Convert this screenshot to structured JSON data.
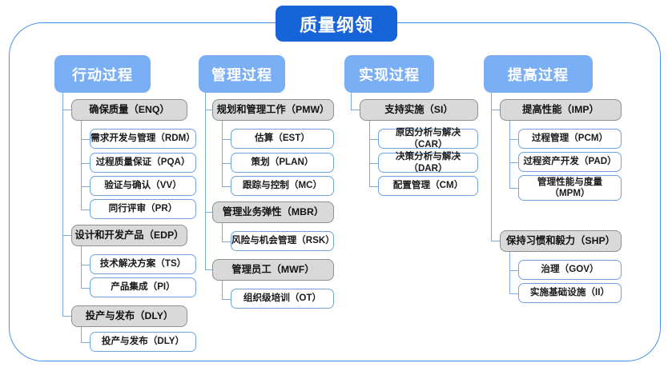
{
  "diagram": {
    "title": "质量纲领",
    "columns": [
      {
        "header": "行动过程",
        "groups": [
          {
            "label": "确保质量（ENQ）",
            "children": [
              "需求开发与管理（RDM）",
              "过程质量保证（PQA）",
              "验证与确认（VV）",
              "同行评审（PR）"
            ]
          },
          {
            "label": "设计和开发产品（EDP）",
            "children": [
              "技术解决方案（TS）",
              "产品集成（PI）"
            ]
          },
          {
            "label": "投产与发布（DLY）",
            "children": [
              "投产与发布（DLY）"
            ]
          }
        ]
      },
      {
        "header": "管理过程",
        "groups": [
          {
            "label": "规划和管理工作（PMW）",
            "children": [
              "估算（EST）",
              "策划（PLAN）",
              "跟踪与控制（MC）"
            ]
          },
          {
            "label": "管理业务弹性（MBR）",
            "children": [
              "风险与机会管理（RSK）"
            ]
          },
          {
            "label": "管理员工（MWF）",
            "children": [
              "组织级培训（OT）"
            ]
          }
        ]
      },
      {
        "header": "实现过程",
        "groups": [
          {
            "label": "支持实施（SI）",
            "children": [
              "原因分析与解决（CAR）",
              "决策分析与解决（DAR）",
              "配置管理（CM）"
            ]
          }
        ]
      },
      {
        "header": "提高过程",
        "groups": [
          {
            "label": "提高性能（IMP）",
            "children": [
              "过程管理（PCM）",
              "过程资产开发（PAD）",
              "管理性能与度量\n（MPM）"
            ]
          },
          {
            "label": "保持习惯和毅力（SHP）",
            "children": [
              "治理（GOV）",
              "实施基础设施（II）"
            ]
          }
        ]
      }
    ],
    "colors": {
      "title_bg": "#1664d8",
      "header_bg": "#7aaef5",
      "group_bg": "#d9d9d9",
      "group_border": "#8f8f8f",
      "leaf_border": "#6fa3e0",
      "connector": "#7ba9e0",
      "frame_border": "#4a90e8"
    }
  }
}
